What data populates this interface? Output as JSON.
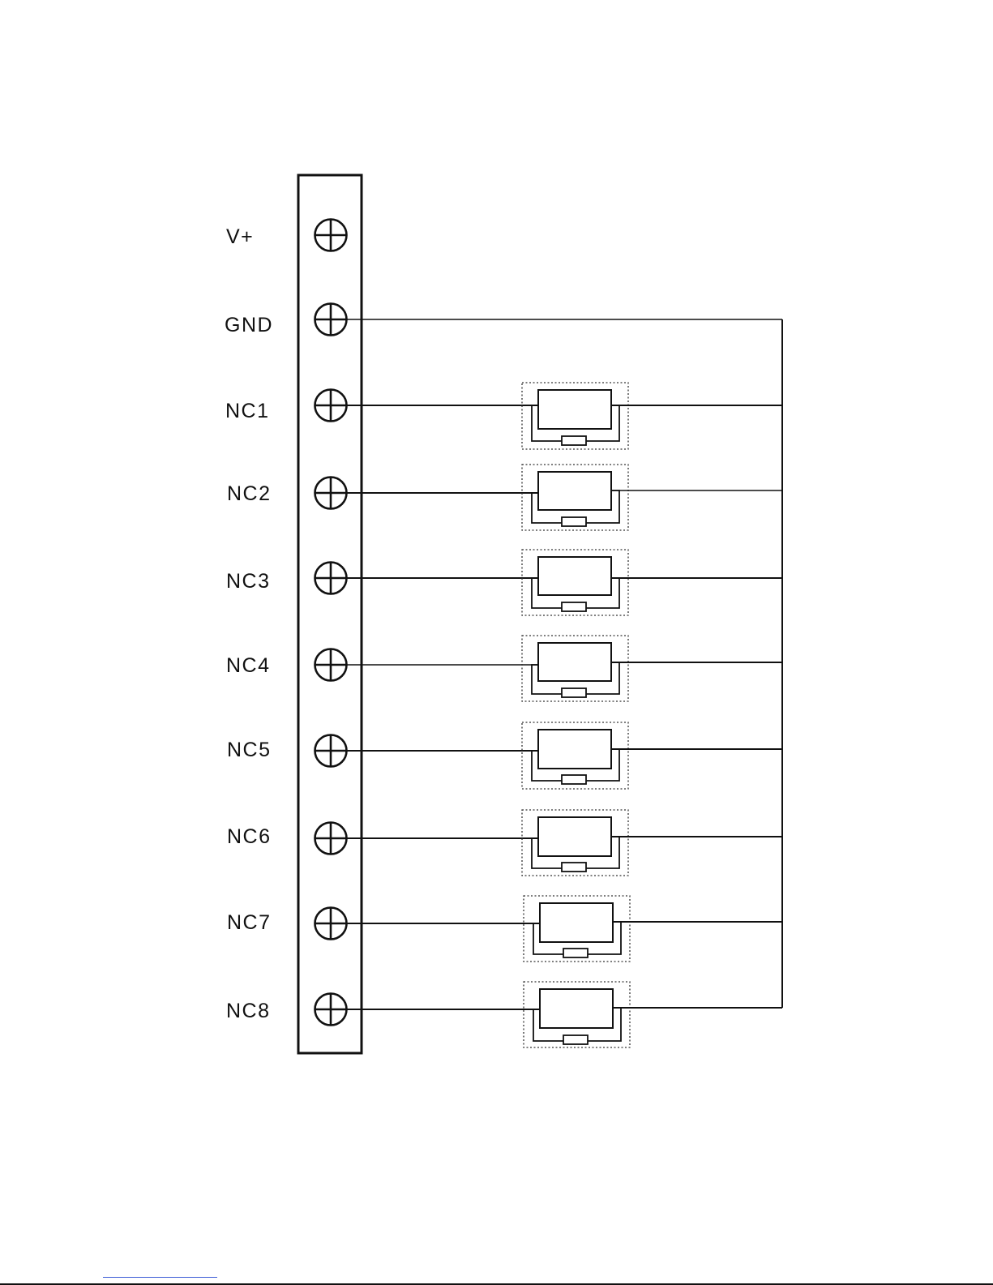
{
  "terminals": [
    {
      "label": "V+",
      "connected": false
    },
    {
      "label": "GND",
      "connected": true
    },
    {
      "label": "NC1",
      "connected": true
    },
    {
      "label": "NC2",
      "connected": true
    },
    {
      "label": "NC3",
      "connected": true
    },
    {
      "label": "NC4",
      "connected": true
    },
    {
      "label": "NC5",
      "connected": true
    },
    {
      "label": "NC6",
      "connected": true
    },
    {
      "label": "NC7",
      "connected": true
    },
    {
      "label": "NC8",
      "connected": true
    }
  ],
  "colors": {
    "ink": "#111111",
    "background": "#ffffff",
    "link": "#3b5bd6"
  }
}
